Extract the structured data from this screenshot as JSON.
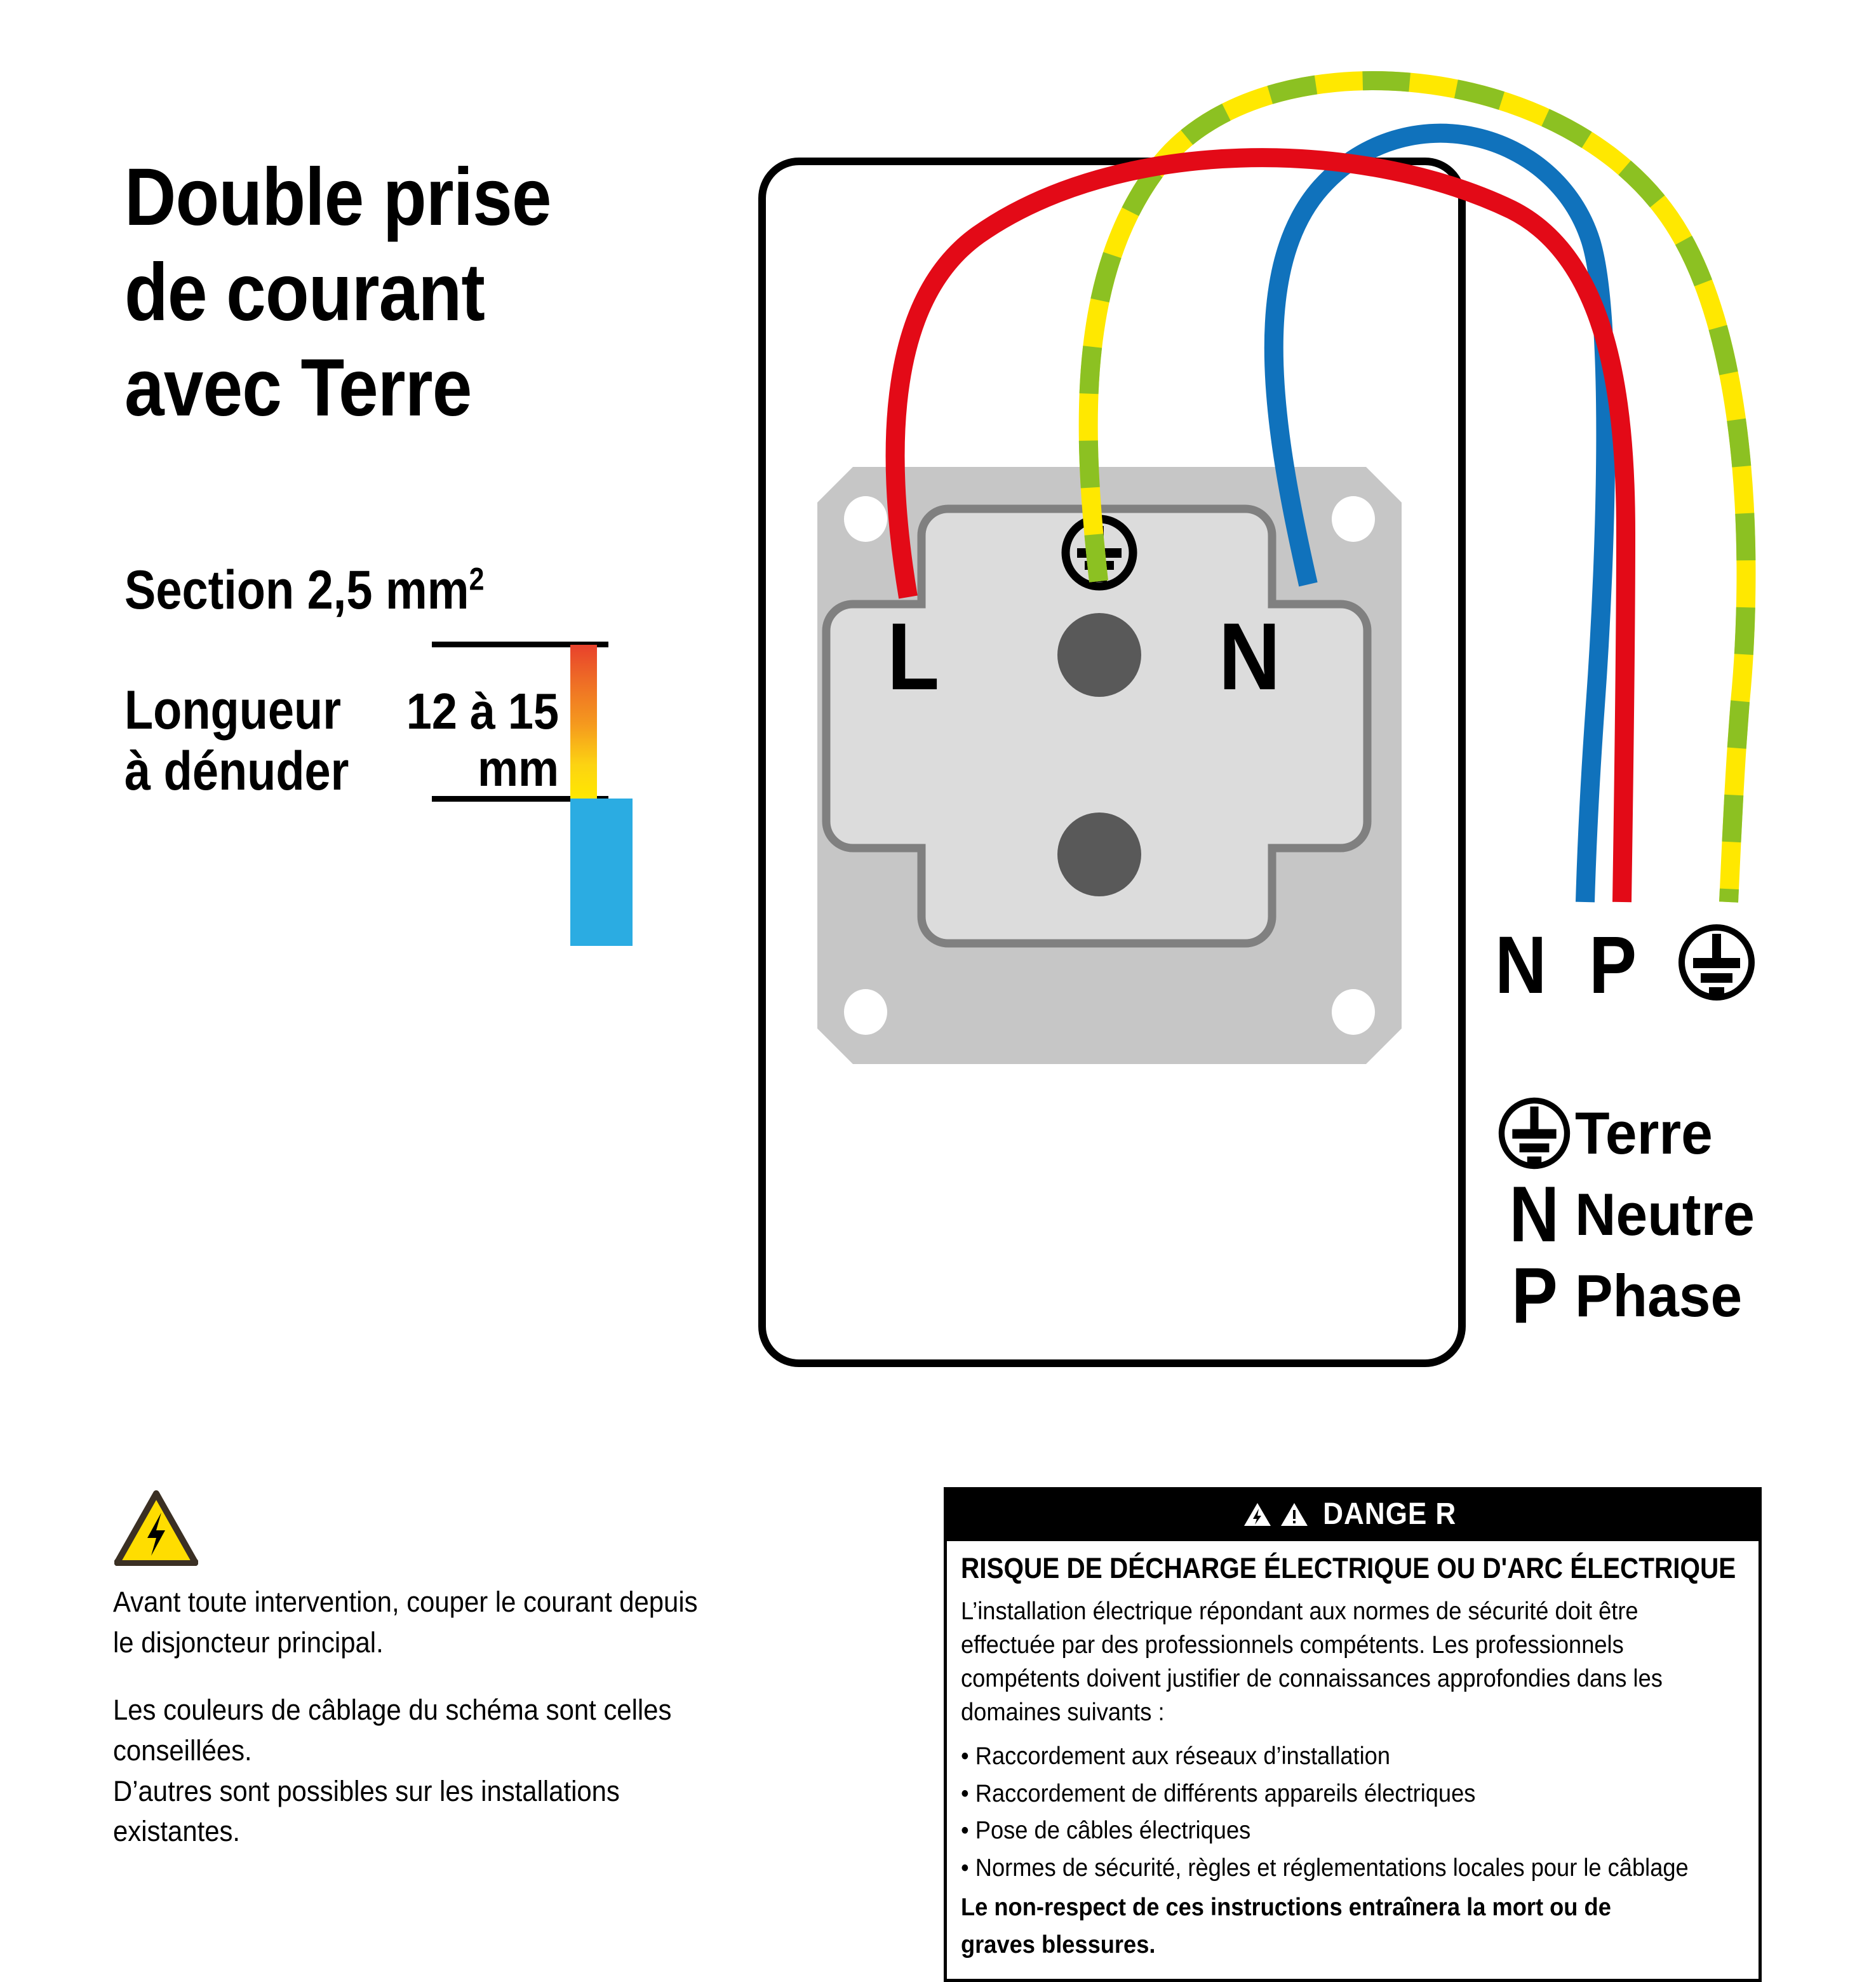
{
  "title": {
    "line1": "Double prise",
    "line2": "de courant",
    "line3": "avec Terre"
  },
  "spec": {
    "section_label": "Section 2,5 mm",
    "section_exponent": "2",
    "longueur_line1": "Longueur",
    "longueur_line2": "à dénuder",
    "strip_value_line1": "12 à 15",
    "strip_value_line2": "mm"
  },
  "socket": {
    "terminal_live": "L",
    "terminal_neutral": "N",
    "earth_symbol": "earth-symbol"
  },
  "terminals": {
    "neutral": "N",
    "phase": "P",
    "earth": "earth-symbol"
  },
  "legend": [
    {
      "symbol": "earth-symbol",
      "label": "Terre"
    },
    {
      "symbol": "N",
      "label": "Neutre"
    },
    {
      "symbol": "P",
      "label": "Phase"
    }
  ],
  "caution": {
    "line1": "Avant toute intervention, couper le courant depuis",
    "line2": "le disjoncteur principal.",
    "line3": "Les couleurs de câblage du schéma sont celles conseillées.",
    "line4": "D’autres sont possibles sur les installations existantes."
  },
  "danger": {
    "header": "DANGE R",
    "subtitle": "RISQUE DE DÉCHARGE ÉLECTRIQUE OU D'ARC ÉLECTRIQUE",
    "paragraph": "L’installation électrique répondant aux normes de sécurité doit être effectuée par des professionnels compétents. Les professionnels compétents doivent justifier de connaissances approfondies dans les domaines suivants :",
    "items": [
      "• Raccordement aux réseaux d’installation",
      "• Raccordement de différents appareils électriques",
      "• Pose de câbles électriques",
      "• Normes de sécurité, règles et réglementations locales pour le câblage"
    ],
    "footer": "Le non-respect de ces instructions entraînera la mort ou de graves blessures."
  },
  "colors": {
    "wire_phase_red": "#E30A17",
    "wire_neutral_blue": "#1072BC",
    "wire_earth_green": "#8CC122",
    "wire_earth_yellow": "#FFE800",
    "insulation_blue": "#2BACE2",
    "plate_gray": "#C6C6C6",
    "body_gray": "#DCDCDC",
    "body_stroke": "#808080",
    "pin_hole": "#595959",
    "caution_yellow": "#FFDD00",
    "danger_black": "#000000"
  }
}
